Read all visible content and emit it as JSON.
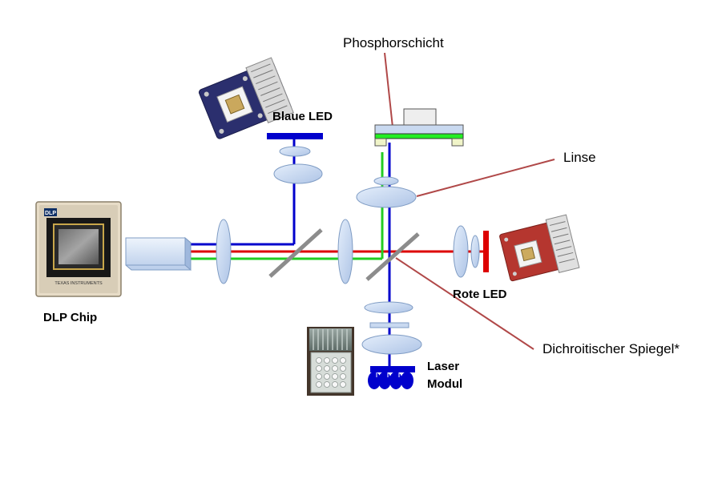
{
  "labels": {
    "phosphor_layer": "Phosphorschicht",
    "blue_led": "Blaue LED",
    "lens": "Linse",
    "red_led": "Rote LED",
    "dlp_chip": "DLP Chip",
    "dichroic_mirror": "Dichroitischer  Spiegel*",
    "laser_module_line1": "Laser",
    "laser_module_line2": "Modul"
  },
  "chip_print": {
    "brand": "DLP",
    "maker": "TEXAS INSTRUMENTS"
  },
  "colors": {
    "blue_beam": "#0000cc",
    "red_beam": "#dd0000",
    "green_beam": "#22cc22",
    "lens_fill": "#c9d9f0",
    "lens_stroke": "#7f9cc4",
    "mirror": "#8c8c8c",
    "leader_line": "#b04848",
    "phosphor_green": "#22ee22",
    "blue_led_bar": "#0000cc",
    "red_led_bar": "#dd0000",
    "laser_emitters": "#0000cc"
  },
  "icons": {
    "dlp_chip_photo": "dlp-chip-photo",
    "blue_led_board": "blue-led-board",
    "red_led_board": "red-led-board",
    "laser_module_photo": "laser-module-photo"
  }
}
